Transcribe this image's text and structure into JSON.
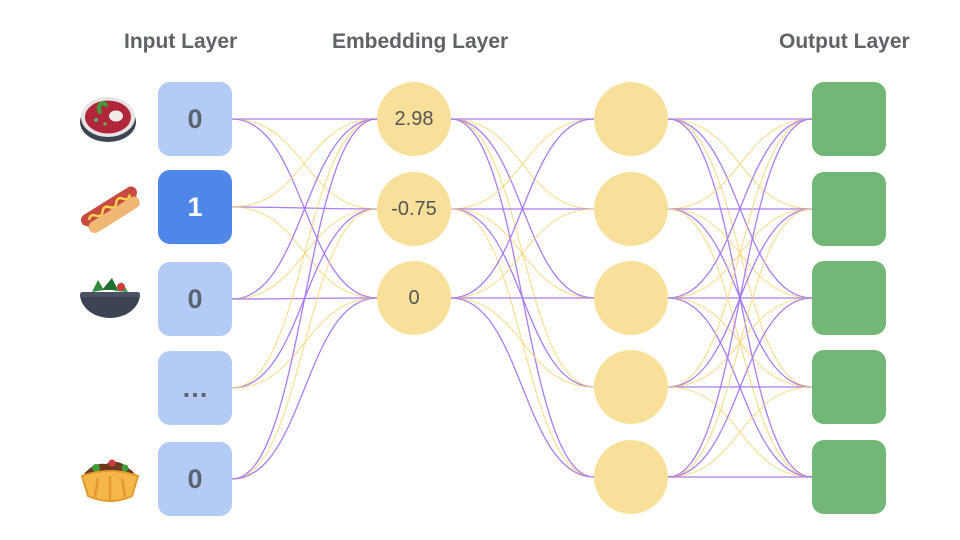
{
  "layers": {
    "input": {
      "title": "Input Layer"
    },
    "embedding": {
      "title": "Embedding Layer"
    },
    "output": {
      "title": "Output Layer"
    }
  },
  "input_nodes": [
    {
      "value": "0",
      "icon": "borscht-icon",
      "active": false
    },
    {
      "value": "1",
      "icon": "hot-dog-icon",
      "active": true
    },
    {
      "value": "0",
      "icon": "salad-icon",
      "active": false
    },
    {
      "value": "…",
      "icon": "",
      "active": false
    },
    {
      "value": "0",
      "icon": "shawarma-icon",
      "active": false
    }
  ],
  "embedding_nodes": [
    {
      "value": "2.98"
    },
    {
      "value": "-0.75"
    },
    {
      "value": "0"
    }
  ],
  "hidden_node_count": 5,
  "output_node_count": 5,
  "colors": {
    "input_node": "#b3cbf5",
    "input_active": "#4f86ea",
    "embedding_node": "#f9e09a",
    "hidden_node": "#f9e09a",
    "output_node": "#72b776",
    "edge_purple": "#a070ee",
    "edge_yellow": "#f8d67a",
    "title_text": "#5f6368"
  }
}
